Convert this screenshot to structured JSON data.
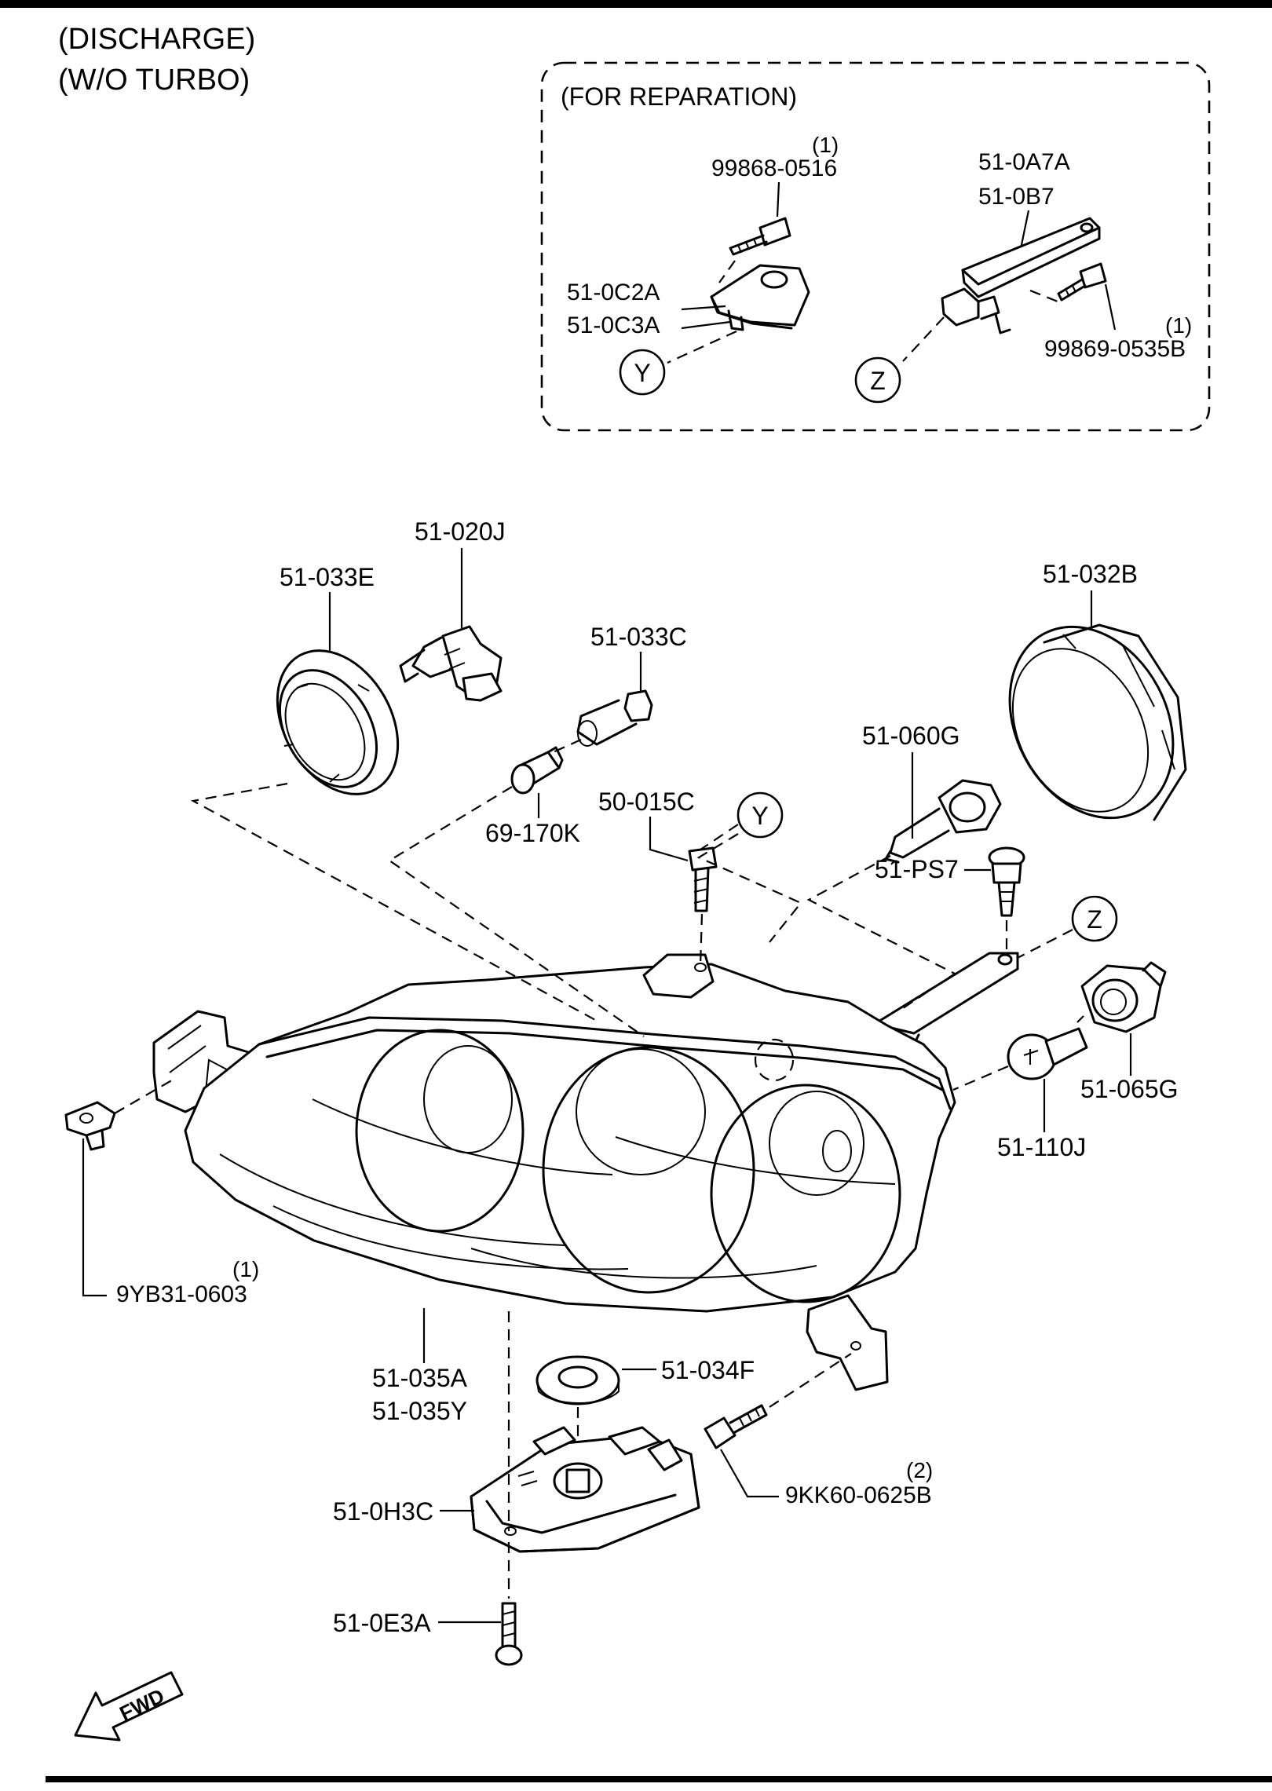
{
  "header": {
    "line1": "(DISCHARGE)",
    "line2": "(W/O TURBO)"
  },
  "inset": {
    "title": "(FOR REPARATION)",
    "parts": [
      {
        "code": "99868-0516",
        "qty": "(1)"
      },
      {
        "code": "51-0C2A"
      },
      {
        "code": "51-0C3A"
      },
      {
        "code": "51-0A7A"
      },
      {
        "code": "51-0B7"
      },
      {
        "code": "99869-0535B",
        "qty": "(1)"
      }
    ],
    "refs": {
      "y": "Y",
      "z": "Z"
    }
  },
  "main": {
    "parts": {
      "p_51_020J": "51-020J",
      "p_51_033E": "51-033E",
      "p_51_033C": "51-033C",
      "p_51_032B": "51-032B",
      "p_51_060G": "51-060G",
      "p_69_170K": "69-170K",
      "p_50_015C": "50-015C",
      "p_51_PS7": "51-PS7",
      "p_51_065G": "51-065G",
      "p_51_110J": "51-110J",
      "p_9YB31_0603": "9YB31-0603",
      "q_9YB31_0603": "(1)",
      "p_51_035A": "51-035A",
      "p_51_035Y": "51-035Y",
      "p_51_034F": "51-034F",
      "p_9KK60_0625B": "9KK60-0625B",
      "q_9KK60_0625B": "(2)",
      "p_51_0H3C": "51-0H3C",
      "p_51_0E3A": "51-0E3A"
    },
    "refs": {
      "y": "Y",
      "z": "Z"
    }
  },
  "fwd": "FWD"
}
